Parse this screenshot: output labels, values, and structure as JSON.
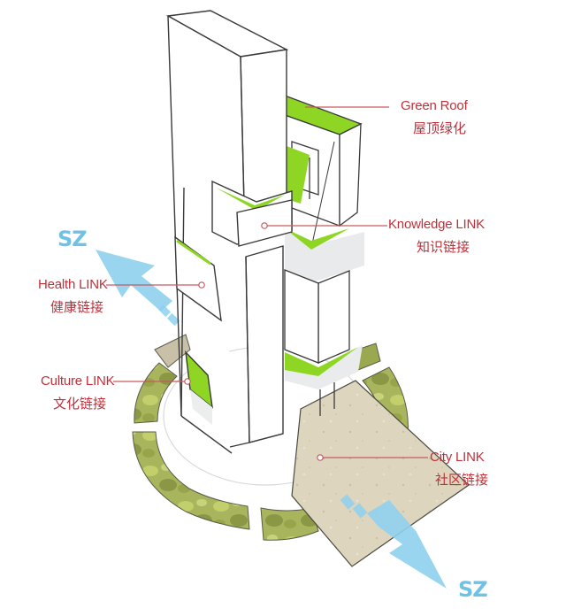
{
  "diagram": {
    "type": "architectural-concept-axonometric",
    "colors": {
      "label_red": "#c0303a",
      "leader_line": "#c75a62",
      "accent_green": "#8fd624",
      "arrow_blue": "#8fd0ee",
      "sz_blue": "#6ec2e6",
      "plaza_beige": "#dcd3bc",
      "ring_green": "#a3b25a",
      "outline": "#3a3a3a"
    },
    "labels": [
      {
        "id": "green-roof",
        "en": "Green Roof",
        "zh": "屋顶绿化"
      },
      {
        "id": "knowledge-link",
        "en": "Knowledge LINK",
        "zh": "知识链接"
      },
      {
        "id": "health-link",
        "en": "Health LINK",
        "zh": "健康链接"
      },
      {
        "id": "culture-link",
        "en": "Culture LINK",
        "zh": "文化链接"
      },
      {
        "id": "city-link",
        "en": "City LINK",
        "zh": "社区链接"
      }
    ],
    "direction_markers": [
      {
        "id": "sz-northwest",
        "text": "SZ"
      },
      {
        "id": "sz-southeast",
        "text": "SZ"
      }
    ]
  }
}
